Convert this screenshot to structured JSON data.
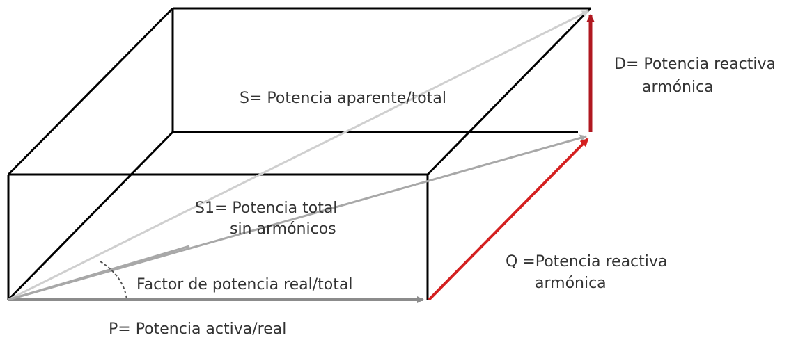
{
  "labels": {
    "s_total": "S= Potencia aparente/total",
    "d_line1": "D= Potencia reactiva",
    "d_line2": "armónica",
    "s1_line1": "S1= Potencia total",
    "s1_line2": "sin armónicos",
    "q_line1": "Q =Potencia reactiva",
    "q_line2": "armónica",
    "factor": "Factor de potencia real/total",
    "p": "P= Potencia activa/real"
  },
  "colors": {
    "edge": "#000000",
    "p_vector": "#8c8c8c",
    "s1_vector": "#a8a8a8",
    "s_vector": "#cfcfcf",
    "q_vector": "#d42020",
    "d_vector": "#b01820",
    "text": "#333333"
  }
}
